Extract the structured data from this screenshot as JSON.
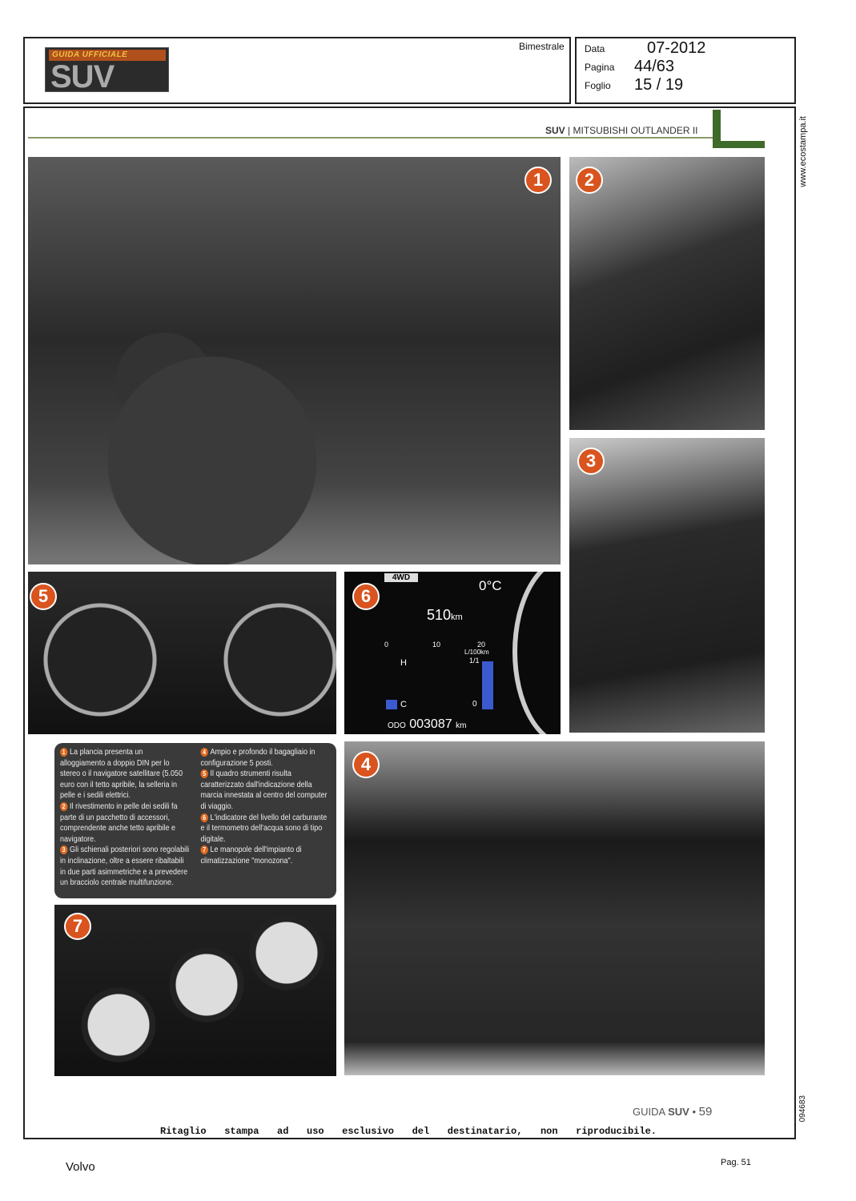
{
  "header": {
    "logo_top": "GUIDA UFFICIALE",
    "logo_main": "SUV",
    "frequency": "Bimestrale",
    "meta": [
      {
        "label": "Data",
        "value": "07-2012"
      },
      {
        "label": "Pagina",
        "value": "44/63"
      },
      {
        "label": "Foglio",
        "value": "15 / 19"
      }
    ]
  },
  "section": {
    "brand": "SUV",
    "separator": "|",
    "title": "MITSUBISHI OUTLANDER II"
  },
  "photos": {
    "p1": "1",
    "p2": "2",
    "p3": "3",
    "p4": "4",
    "p5": "5",
    "p6": "6",
    "p7": "7"
  },
  "dashboard6": {
    "drive": "4WD",
    "temp": "0°C",
    "range": "510",
    "range_unit": "km",
    "odo_label": "ODO",
    "odo": "003087",
    "odo_unit": "km",
    "scale": [
      "0",
      "10",
      "20"
    ],
    "consumption_unit": "L/100km",
    "consumption": "1/1",
    "hot": "H",
    "cold": "C",
    "fuel_zero": "0"
  },
  "caption": [
    {
      "n": "1",
      "text": "La plancia presenta un alloggiamento a doppio DIN per lo stereo o il navigatore satellitare (5.050 euro con il tetto apribile, la selleria in pelle e i sedili elettrici."
    },
    {
      "n": "2",
      "text": "Il rivestimento in pelle dei sedili fa parte di un pacchetto di accessori, comprendente anche tetto apribile e navigatore."
    },
    {
      "n": "3",
      "text": "Gli schienali posteriori sono regolabili in inclinazione, oltre a essere ribaltabili in due parti asimmetriche e a prevedere un bracciolo centrale multifunzione."
    },
    {
      "n": "4",
      "text": "Ampio e profondo il bagagliaio in configurazione 5 posti."
    },
    {
      "n": "5",
      "text": "Il quadro strumenti risulta caratterizzato dall'indicazione della marcia innestata al centro del computer di viaggio."
    },
    {
      "n": "6",
      "text": "L'indicatore del livello del carburante e il termometro dell'acqua sono di tipo digitale."
    },
    {
      "n": "7",
      "text": "Le manopole dell'impianto di climatizzazione \"monozona\"."
    }
  ],
  "footer": {
    "magazine_prefix": "GUIDA",
    "magazine": "SUV",
    "bullet": "•",
    "page": "59",
    "notice": "Ritaglio stampa ad uso esclusivo del destinatario, non riproducibile.",
    "site": "www.ecostampa.it",
    "code": "094683",
    "client": "Volvo",
    "page_ref": "Pag. 51"
  }
}
